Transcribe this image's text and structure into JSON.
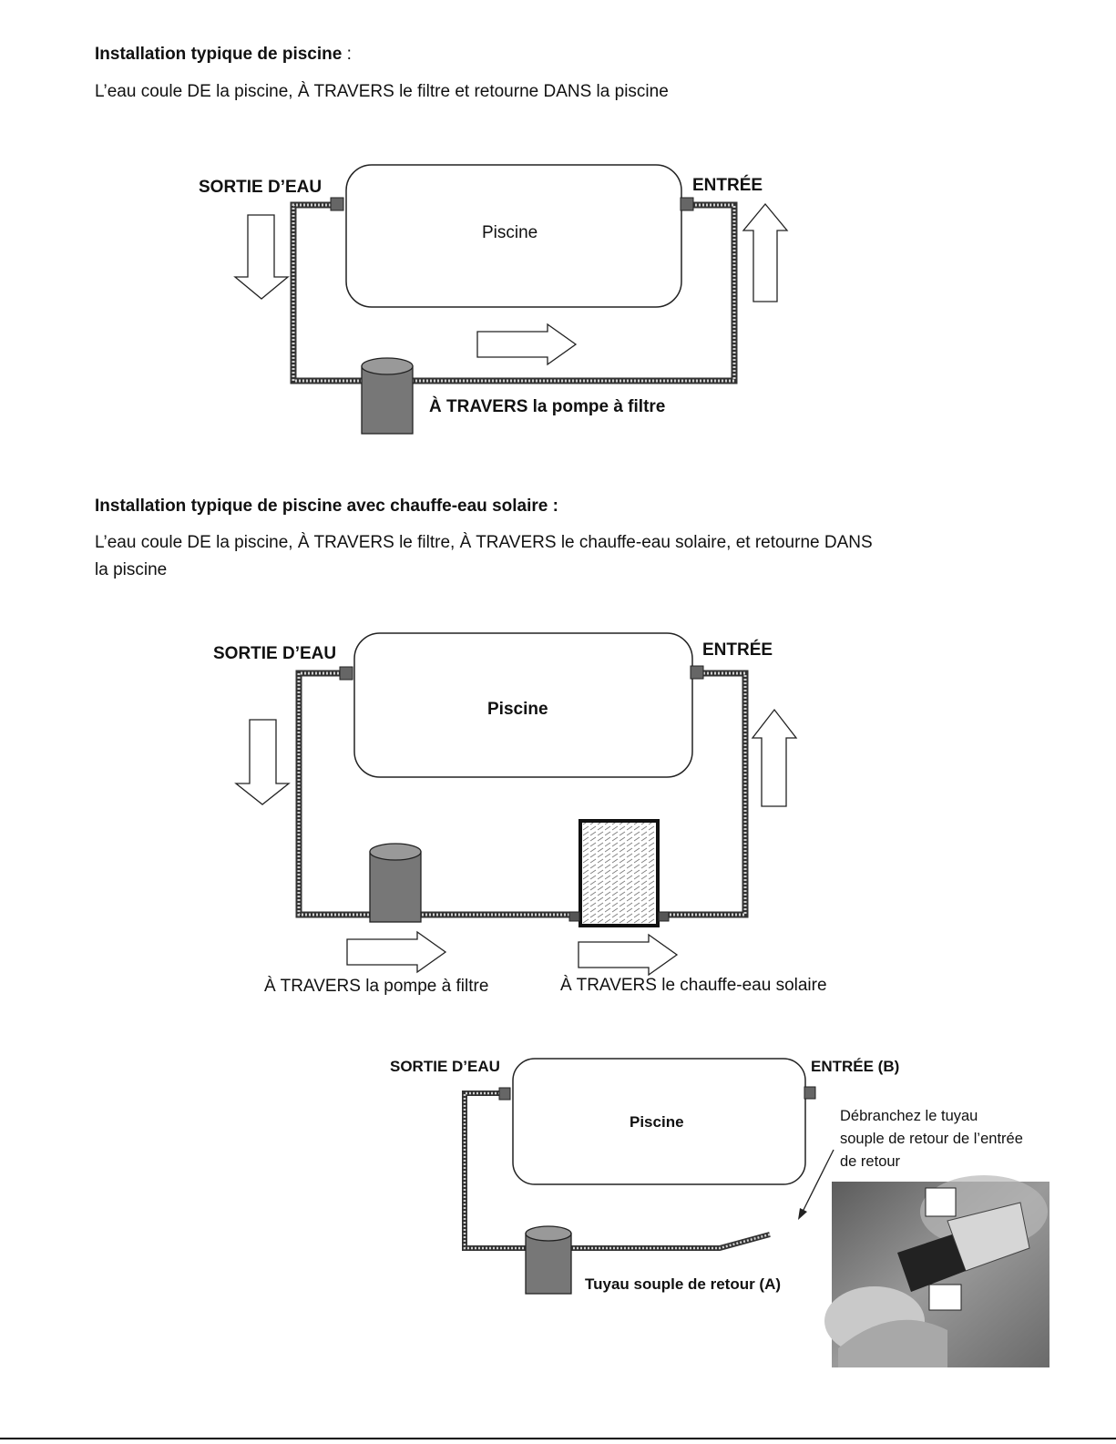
{
  "section1": {
    "heading_bold": "Installation typique de piscine",
    "heading_tail": " :",
    "description": "L’eau coule DE la piscine, À TRAVERS le filtre et retourne DANS la piscine",
    "outlet_label": "SORTIE D’EAU",
    "inlet_label": "ENTRÉE",
    "pool_label": "Piscine",
    "pump_caption": "À TRAVERS la pompe à filtre"
  },
  "section2": {
    "heading_bold": "Installation typique de piscine",
    "heading_mid": " avec chauffe-eau solaire :",
    "description_line1": "L’eau coule DE la piscine, À TRAVERS le filtre, À TRAVERS le chauffe-eau solaire, et retourne DANS",
    "description_line2": "la piscine",
    "outlet_label": "SORTIE D’EAU",
    "inlet_label": "ENTRÉE",
    "pool_label": "Piscine",
    "pump_caption": "À TRAVERS la pompe à filtre",
    "heater_caption": "À TRAVERS le chauffe-eau solaire"
  },
  "section3": {
    "outlet_label": "SORTIE D’EAU",
    "inlet_label": "ENTRÉE (B)",
    "pool_label": "Piscine",
    "instruction_line1": "Débranchez le tuyau",
    "instruction_line2": "souple de retour de l’entrée",
    "instruction_line3": "de retour",
    "hose_caption": "Tuyau souple de retour (A)"
  }
}
